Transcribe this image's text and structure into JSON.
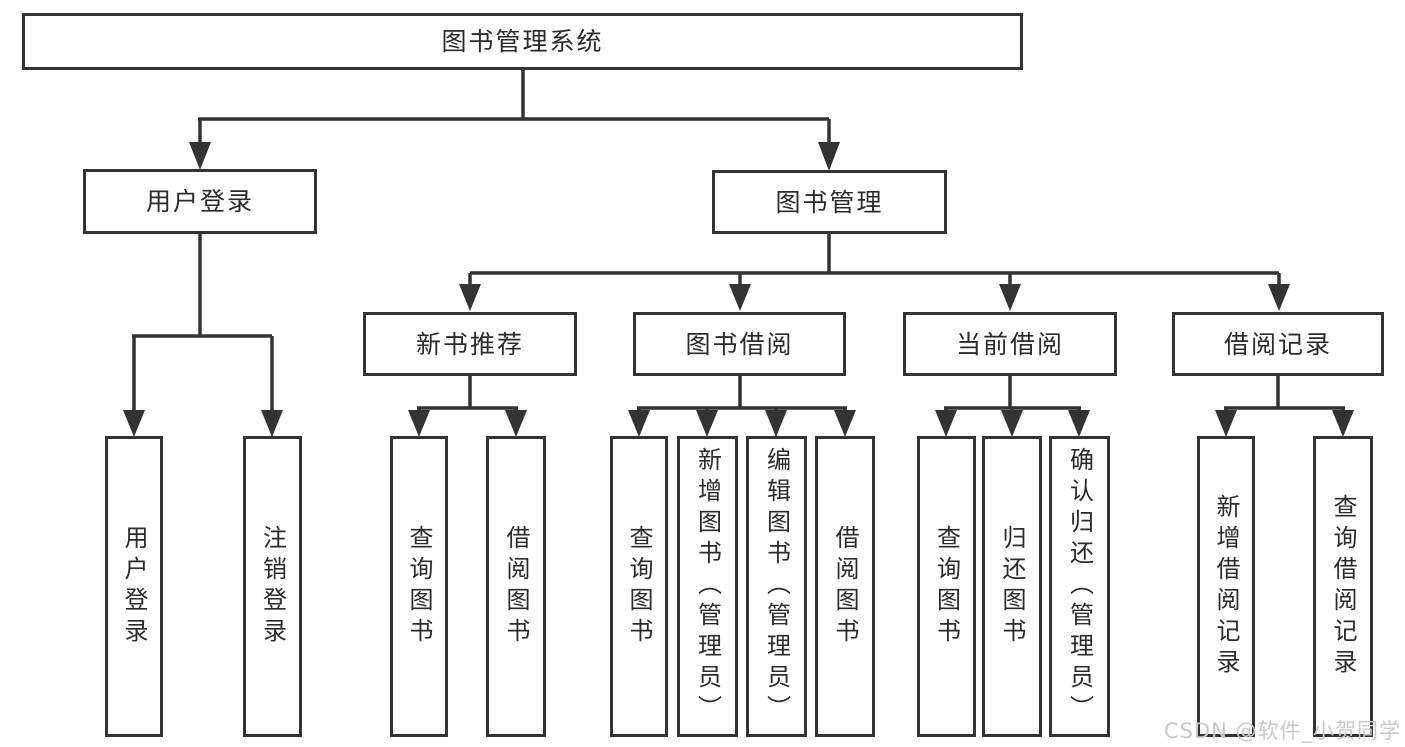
{
  "diagram_title": "图书管理系统",
  "tree": {
    "root": {
      "label": "图书管理系统"
    },
    "branches": [
      {
        "label": "用户登录",
        "children": [
          {
            "label": "用户登录"
          },
          {
            "label": "注销登录"
          }
        ]
      },
      {
        "label": "图书管理",
        "children": [
          {
            "label": "新书推荐",
            "children": [
              {
                "label": "查询图书"
              },
              {
                "label": "借阅图书"
              }
            ]
          },
          {
            "label": "图书借阅",
            "children": [
              {
                "label": "查询图书"
              },
              {
                "label": "新增图书（管理员）"
              },
              {
                "label": "编辑图书（管理员）"
              },
              {
                "label": "借阅图书"
              }
            ]
          },
          {
            "label": "当前借阅",
            "children": [
              {
                "label": "查询图书"
              },
              {
                "label": "归还图书"
              },
              {
                "label": "确认归还（管理员）"
              }
            ]
          },
          {
            "label": "借阅记录",
            "children": [
              {
                "label": "新增借阅记录"
              },
              {
                "label": "查询借阅记录"
              }
            ]
          }
        ]
      }
    ]
  },
  "watermark": {
    "text": "CSDN @软件_小贺同学",
    "color": "#c9c9c9"
  },
  "colors": {
    "line": "#333333",
    "text": "#2b2b2b",
    "box_background": "#ffffff",
    "page_background": "#ffffff"
  }
}
